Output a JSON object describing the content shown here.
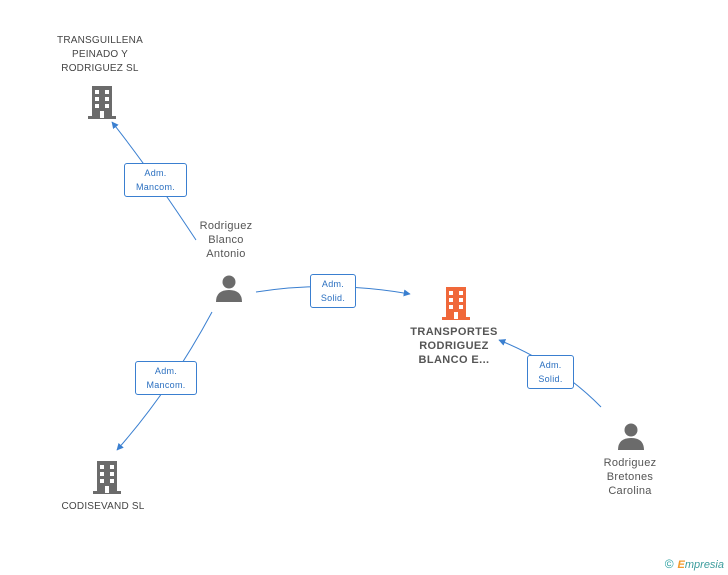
{
  "nodes": {
    "transguillena": {
      "label_lines": [
        "TRANSGUILLENA",
        "PEINADO Y",
        "RODRIGUEZ SL"
      ],
      "color": "#666666"
    },
    "rodriguez_antonio": {
      "label_lines": [
        "Rodriguez",
        "Blanco",
        "Antonio"
      ],
      "color": "#666666"
    },
    "transportes": {
      "label_lines": [
        "TRANSPORTES",
        "RODRIGUEZ",
        "BLANCO E..."
      ],
      "color": "#f0683a"
    },
    "codisevand": {
      "label_lines": [
        "CODISEVAND SL"
      ],
      "color": "#666666"
    },
    "rodriguez_carolina": {
      "label_lines": [
        "Rodriguez",
        "Bretones",
        "Carolina"
      ],
      "color": "#666666"
    }
  },
  "relations": {
    "r1": {
      "line1": "Adm.",
      "line2": "Mancom."
    },
    "r2": {
      "line1": "Adm.",
      "line2": "Solid."
    },
    "r3": {
      "line1": "Adm.",
      "line2": "Mancom."
    },
    "r4": {
      "line1": "Adm.",
      "line2": "Solid."
    }
  },
  "footer": {
    "copyright": "©",
    "brand_first": "E",
    "brand_rest": "mpresia"
  },
  "colors": {
    "edge": "#3a7fd0",
    "accent": "#f0683a"
  }
}
